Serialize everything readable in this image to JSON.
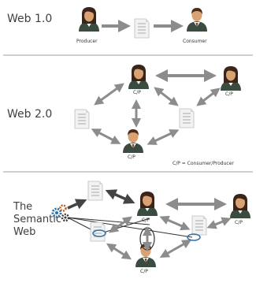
{
  "sections": {
    "web1": {
      "title": "Web 1.0",
      "producer": "Producer",
      "consumer": "Consumer"
    },
    "web2": {
      "title": "Web 2.0",
      "cp": "C/P",
      "legend": "C/P = Consumer/Producer"
    },
    "semantic": {
      "title_line1": "The",
      "title_line2": "Semantic",
      "title_line3": "Web",
      "cp": "C/P"
    }
  },
  "icons": [
    "person-icon",
    "document-icon",
    "gears-icon"
  ],
  "colors": {
    "arrow": "#8c8c8c",
    "dark_arrow": "#444444",
    "divider": "#cfcfcf",
    "skin": "#d9a272",
    "shirt": "#3a4b3f",
    "doc_bg": "#f2f2f2",
    "doc_lines": "#b5b5b5"
  }
}
